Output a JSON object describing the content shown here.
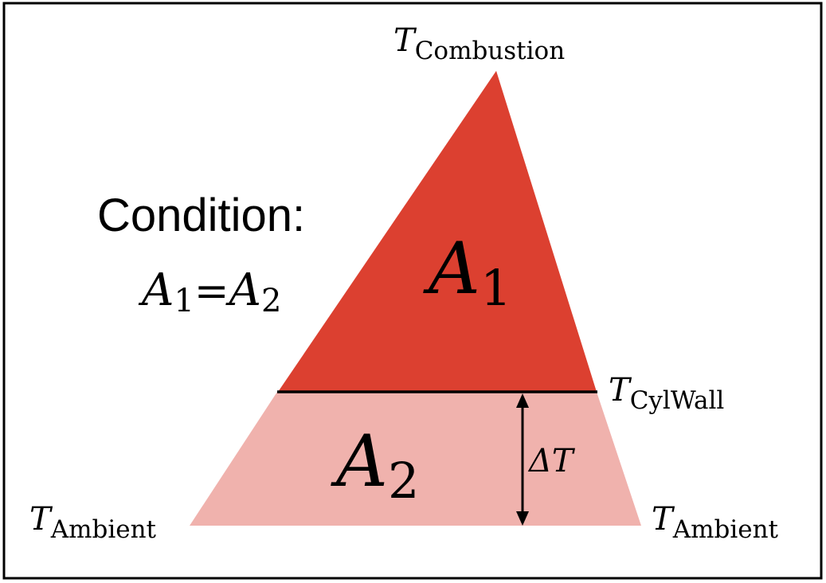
{
  "labels": {
    "t_symbol": "T",
    "t_combustion_sub": "Combustion",
    "t_cylwall_sub": "CylWall",
    "t_ambient_sub": "Ambient",
    "condition_title": "Condition:",
    "condition_a": "A",
    "condition_sub1": "1",
    "condition_eq": "=",
    "condition_sub2": "2",
    "area1_letter": "A",
    "area1_sub": "1",
    "area2_letter": "A",
    "area2_sub": "2",
    "delta_t": "ΔT"
  },
  "colors": {
    "area1_fill": "#dc4030",
    "area2_fill": "#f0b2ad",
    "line": "#000000",
    "border": "#000000",
    "background": "#ffffff"
  }
}
